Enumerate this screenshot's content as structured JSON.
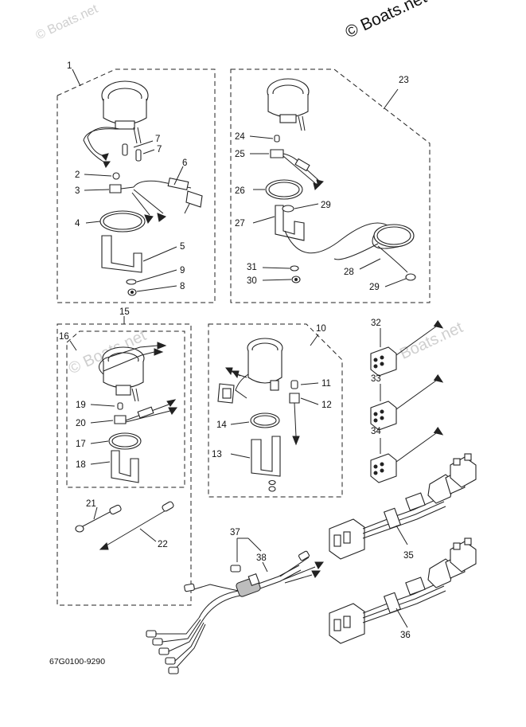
{
  "watermarks": {
    "top_left": "© Boats.net",
    "top_right": "© Boats.net",
    "middle_left": "© Boats.net",
    "middle_right": "© Boats.net"
  },
  "diagram_code": "67G0100-9290",
  "callouts": {
    "c1": "1",
    "c2": "2",
    "c3": "3",
    "c4": "4",
    "c5": "5",
    "c6": "6",
    "c7a": "7",
    "c7b": "7",
    "c8": "8",
    "c9": "9",
    "c10": "10",
    "c11": "11",
    "c12": "12",
    "c13": "13",
    "c14": "14",
    "c15": "15",
    "c16": "16",
    "c17": "17",
    "c18": "18",
    "c19": "19",
    "c20": "20",
    "c21": "21",
    "c22": "22",
    "c23": "23",
    "c24": "24",
    "c25": "25",
    "c26": "26",
    "c27": "27",
    "c28": "28",
    "c29a": "29",
    "c29b": "29",
    "c30": "30",
    "c31": "31",
    "c32": "32",
    "c33": "33",
    "c34": "34",
    "c35": "35",
    "c36": "36",
    "c37": "37",
    "c38": "38"
  }
}
